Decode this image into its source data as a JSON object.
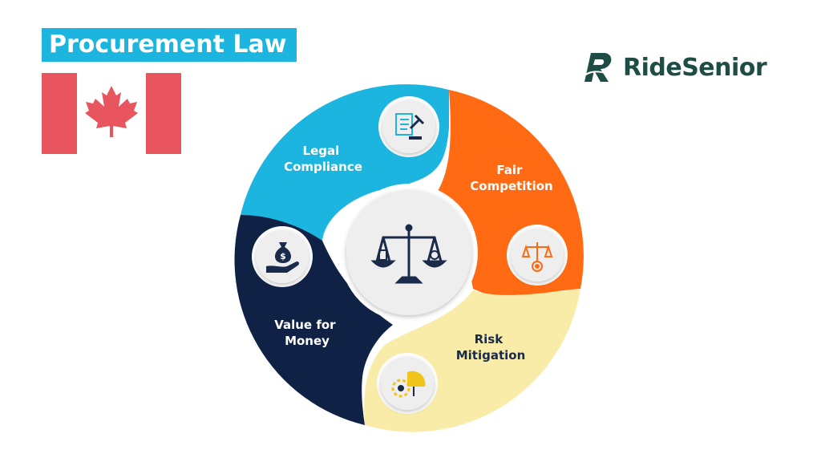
{
  "header": {
    "title": "Procurement Law",
    "flag_icon": "canada-flag-icon",
    "brand": "RideSenior"
  },
  "wheel": {
    "center_icon": "balance-scale-icon",
    "segments": [
      {
        "line1": "Legal",
        "line2": "Compliance",
        "icon": "legal-document-gavel-icon",
        "color": "#1cb5e0",
        "text_color": "#ffffff"
      },
      {
        "line1": "Fair",
        "line2": "Competition",
        "icon": "justice-scale-gear-icon",
        "color": "#ff6a13",
        "text_color": "#ffffff"
      },
      {
        "line1": "Risk",
        "line2": "Mitigation",
        "icon": "umbrella-gear-icon",
        "color": "#f8eca8",
        "text_color": "#1a2a4a"
      },
      {
        "line1": "Value for",
        "line2": "Money",
        "icon": "money-bag-hand-icon",
        "color": "#0f2245",
        "text_color": "#ffffff"
      }
    ]
  },
  "colors": {
    "accent": "#1cb5e0",
    "flag_red": "#e8555f",
    "brand_green": "#1e4d45"
  }
}
